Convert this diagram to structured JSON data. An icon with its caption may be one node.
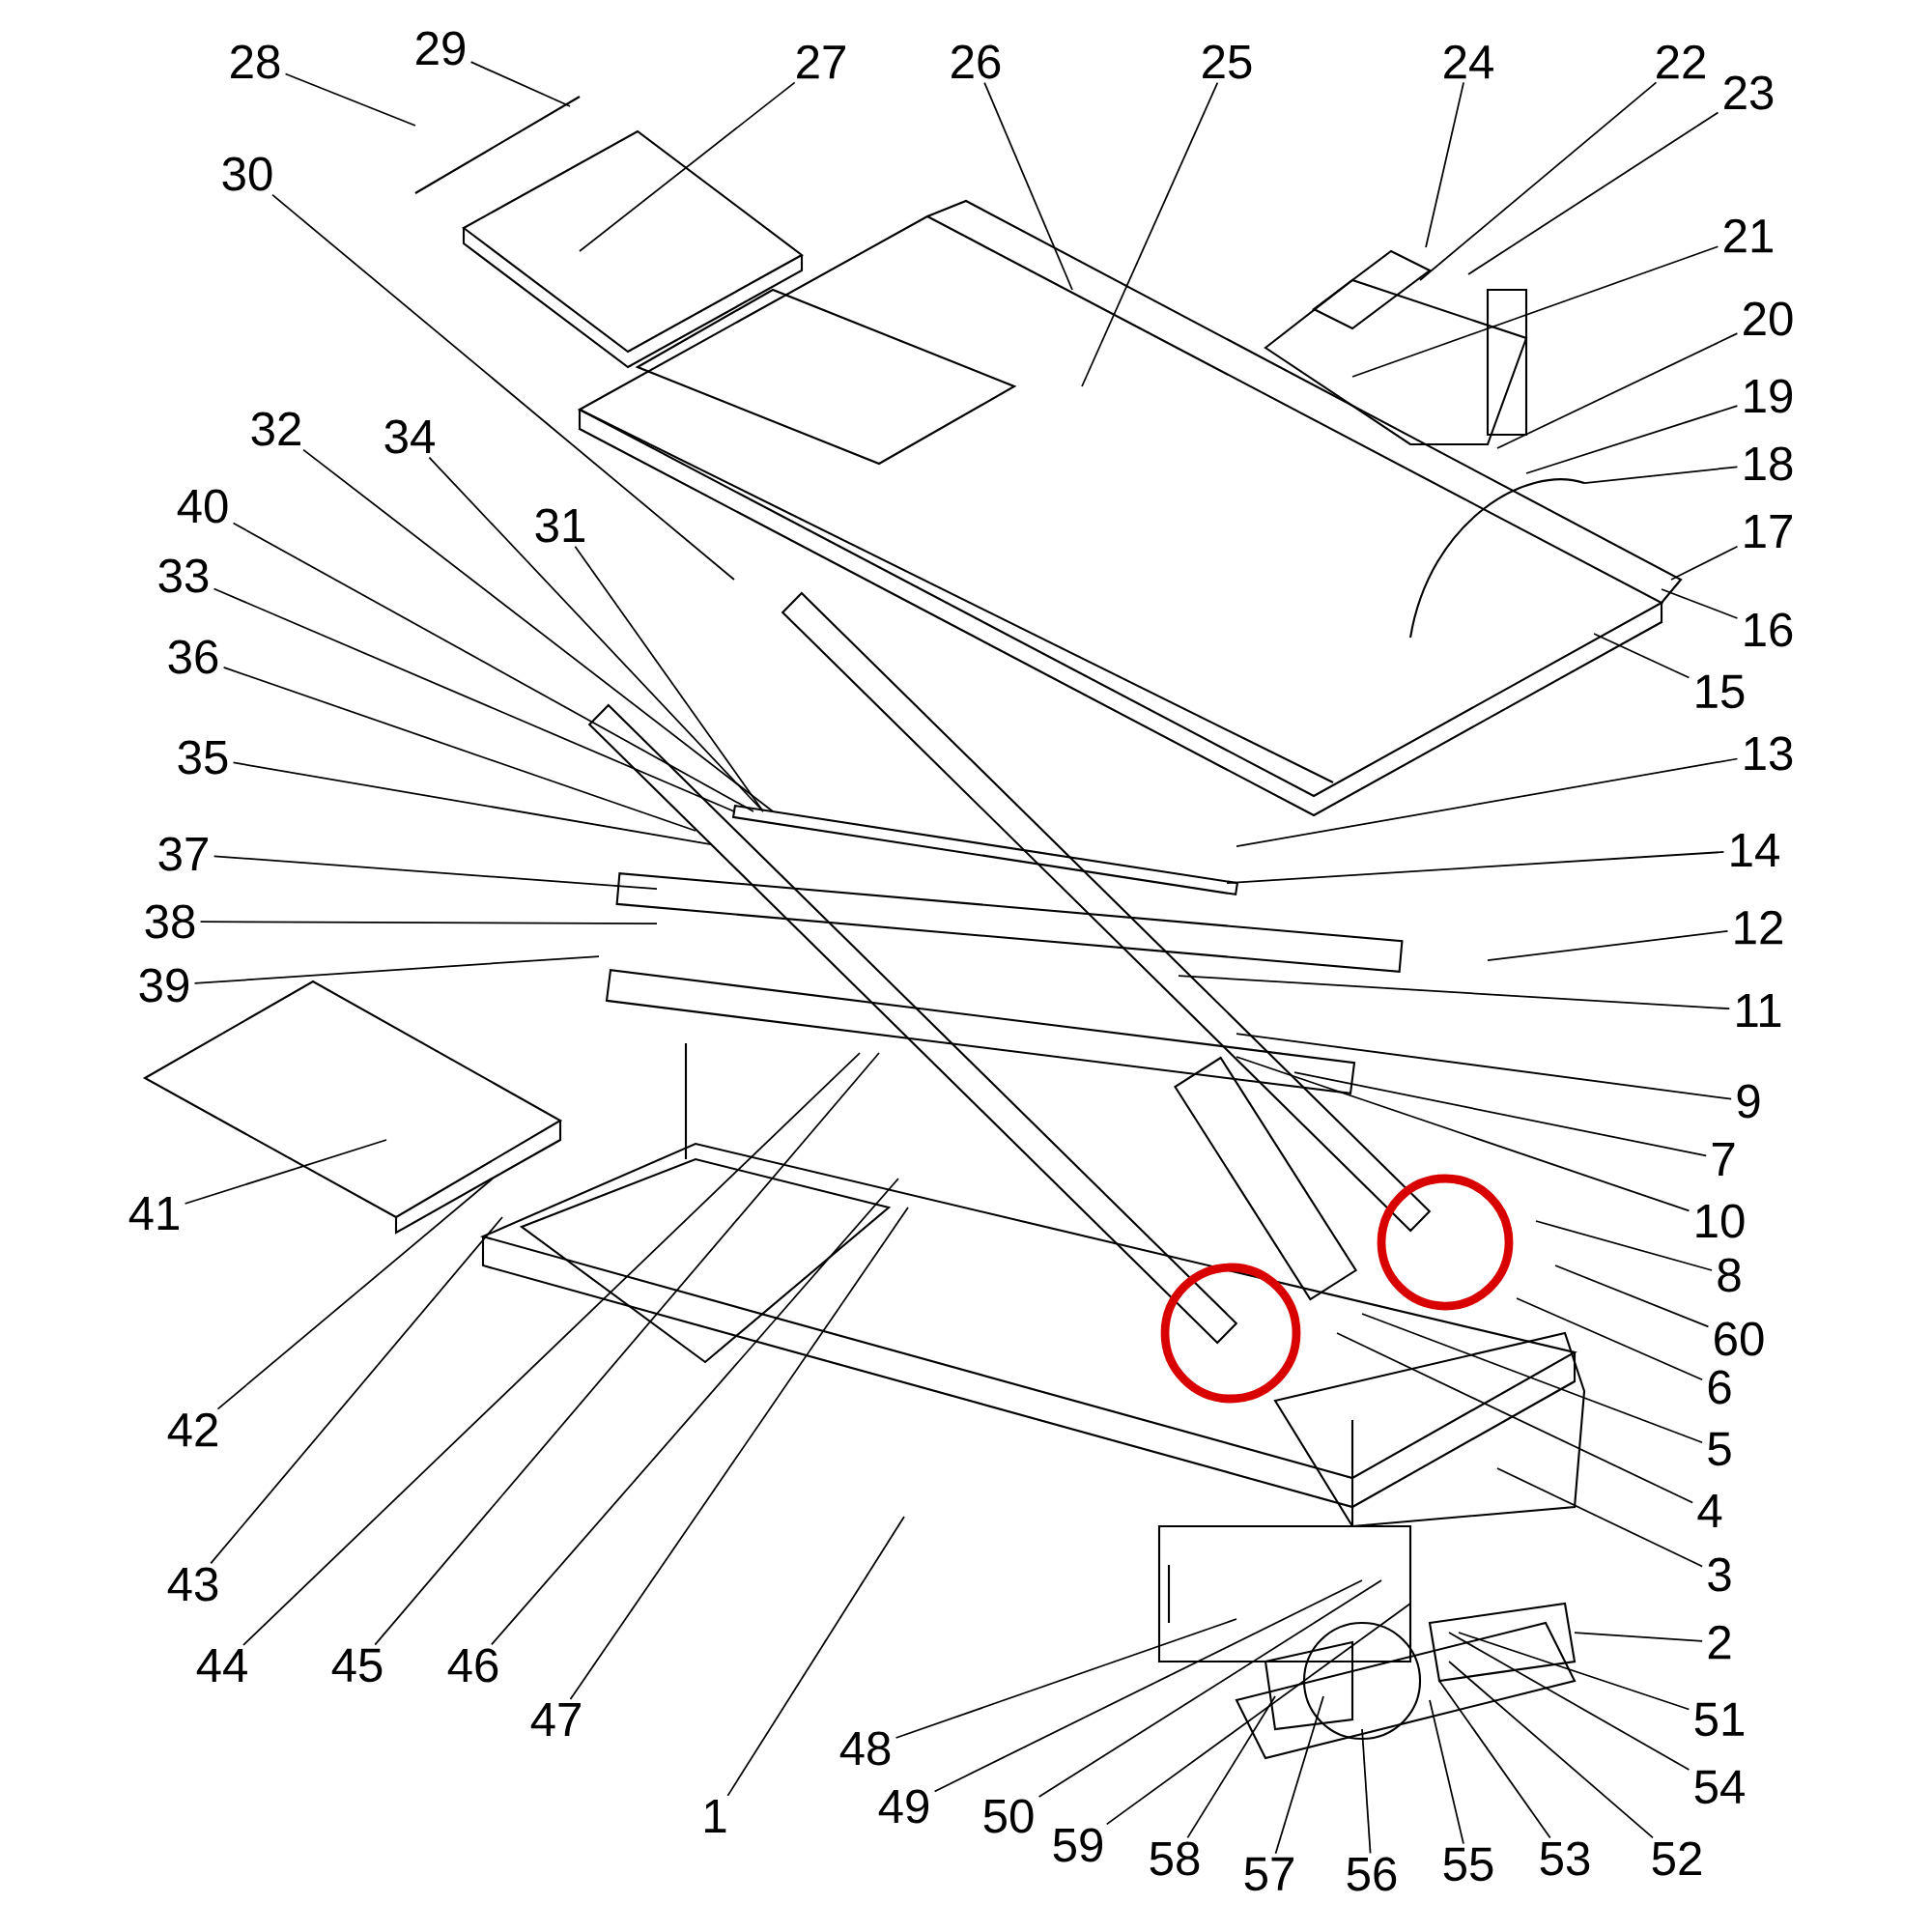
{
  "diagram": {
    "nodes": [
      {
        "text": [
          "1"
        ]
      },
      {
        "text": [
          "2"
        ]
      },
      {
        "text": [
          "3"
        ]
      },
      {
        "text": [
          "4"
        ]
      },
      {
        "text": [
          "5"
        ]
      },
      {
        "text": [
          "6"
        ]
      },
      {
        "text": [
          "7"
        ]
      },
      {
        "text": [
          "8"
        ]
      },
      {
        "text": [
          "9"
        ]
      },
      {
        "text": [
          "10"
        ]
      },
      {
        "text": [
          "11"
        ]
      },
      {
        "text": [
          "12"
        ]
      },
      {
        "text": [
          "13"
        ]
      },
      {
        "text": [
          "14"
        ]
      },
      {
        "text": [
          "15"
        ]
      },
      {
        "text": [
          "16"
        ]
      },
      {
        "text": [
          "17"
        ]
      },
      {
        "text": [
          "18"
        ]
      },
      {
        "text": [
          "19"
        ]
      },
      {
        "text": [
          "20"
        ]
      },
      {
        "text": [
          "21"
        ]
      },
      {
        "text": [
          "22"
        ]
      },
      {
        "text": [
          "23"
        ]
      },
      {
        "text": [
          "24"
        ]
      },
      {
        "text": [
          "25"
        ]
      },
      {
        "text": [
          "26"
        ]
      },
      {
        "text": [
          "27"
        ]
      },
      {
        "text": [
          "28"
        ]
      },
      {
        "text": [
          "29"
        ]
      },
      {
        "text": [
          "30"
        ]
      },
      {
        "text": [
          "31"
        ]
      },
      {
        "text": [
          "32"
        ]
      },
      {
        "text": [
          "33"
        ]
      },
      {
        "text": [
          "34"
        ]
      },
      {
        "text": [
          "35"
        ]
      },
      {
        "text": [
          "36"
        ]
      },
      {
        "text": [
          "37"
        ]
      },
      {
        "text": [
          "38"
        ]
      },
      {
        "text": [
          "39"
        ]
      },
      {
        "text": [
          "40"
        ]
      },
      {
        "text": [
          "41"
        ]
      },
      {
        "text": [
          "42"
        ]
      },
      {
        "text": [
          "43"
        ]
      },
      {
        "text": [
          "44"
        ]
      },
      {
        "text": [
          "45"
        ]
      },
      {
        "text": [
          "46"
        ]
      },
      {
        "text": [
          "47"
        ]
      },
      {
        "text": [
          "48"
        ]
      },
      {
        "text": [
          "49"
        ]
      },
      {
        "text": [
          "50"
        ]
      },
      {
        "text": [
          "51"
        ]
      },
      {
        "text": [
          "52"
        ]
      },
      {
        "text": [
          "53"
        ]
      },
      {
        "text": [
          "54"
        ]
      },
      {
        "text": [
          "55"
        ]
      },
      {
        "text": [
          "56"
        ]
      },
      {
        "text": [
          "57"
        ]
      },
      {
        "text": [
          "58"
        ]
      },
      {
        "text": [
          "59"
        ]
      },
      {
        "text": [
          "60"
        ]
      },
      {
        "text": [],
        "shape": "circle"
      },
      {
        "text": [],
        "shape": "circle"
      }
    ],
    "edges": [
      {
        "from": 0,
        "to": null,
        "arrow": "none"
      },
      {
        "from": 1,
        "to": null,
        "arrow": "none"
      },
      {
        "from": 2,
        "to": null,
        "arrow": "none"
      },
      {
        "from": 3,
        "to": null,
        "arrow": "none"
      },
      {
        "from": 4,
        "to": null,
        "arrow": "none"
      },
      {
        "from": 5,
        "to": null,
        "arrow": "none"
      },
      {
        "from": 6,
        "to": null,
        "arrow": "none"
      },
      {
        "from": 7,
        "to": null,
        "arrow": "none"
      },
      {
        "from": 8,
        "to": null,
        "arrow": "none"
      },
      {
        "from": 9,
        "to": null,
        "arrow": "none"
      },
      {
        "from": 10,
        "to": null,
        "arrow": "none"
      },
      {
        "from": 11,
        "to": null,
        "arrow": "none"
      },
      {
        "from": 12,
        "to": null,
        "arrow": "none"
      },
      {
        "from": 13,
        "to": null,
        "arrow": "none"
      },
      {
        "from": 14,
        "to": null,
        "arrow": "none"
      },
      {
        "from": 15,
        "to": null,
        "arrow": "none"
      },
      {
        "from": 16,
        "to": null,
        "arrow": "none"
      },
      {
        "from": 17,
        "to": null,
        "arrow": "none"
      },
      {
        "from": 18,
        "to": null,
        "arrow": "none"
      },
      {
        "from": 19,
        "to": null,
        "arrow": "none"
      },
      {
        "from": 20,
        "to": null,
        "arrow": "none"
      },
      {
        "from": 21,
        "to": null,
        "arrow": "none"
      },
      {
        "from": 22,
        "to": null,
        "arrow": "none"
      },
      {
        "from": 23,
        "to": null,
        "arrow": "none"
      },
      {
        "from": 24,
        "to": null,
        "arrow": "none"
      },
      {
        "from": 25,
        "to": null,
        "arrow": "none"
      },
      {
        "from": 26,
        "to": null,
        "arrow": "none"
      },
      {
        "from": 27,
        "to": null,
        "arrow": "none"
      },
      {
        "from": 28,
        "to": null,
        "arrow": "none"
      },
      {
        "from": 29,
        "to": null,
        "arrow": "none"
      },
      {
        "from": 30,
        "to": null,
        "arrow": "none"
      },
      {
        "from": 31,
        "to": null,
        "arrow": "none"
      },
      {
        "from": 32,
        "to": null,
        "arrow": "none"
      },
      {
        "from": 33,
        "to": null,
        "arrow": "none"
      },
      {
        "from": 34,
        "to": null,
        "arrow": "none"
      },
      {
        "from": 35,
        "to": null,
        "arrow": "none"
      },
      {
        "from": 36,
        "to": null,
        "arrow": "none"
      },
      {
        "from": 37,
        "to": null,
        "arrow": "none"
      },
      {
        "from": 38,
        "to": null,
        "arrow": "none"
      },
      {
        "from": 39,
        "to": null,
        "arrow": "none"
      },
      {
        "from": 40,
        "to": null,
        "arrow": "none"
      },
      {
        "from": 41,
        "to": null,
        "arrow": "none"
      },
      {
        "from": 42,
        "to": null,
        "arrow": "none"
      },
      {
        "from": 43,
        "to": null,
        "arrow": "none"
      },
      {
        "from": 44,
        "to": null,
        "arrow": "none"
      },
      {
        "from": 45,
        "to": null,
        "arrow": "none"
      },
      {
        "from": 46,
        "to": null,
        "arrow": "none"
      },
      {
        "from": 47,
        "to": null,
        "arrow": "none"
      },
      {
        "from": 48,
        "to": null,
        "arrow": "none"
      },
      {
        "from": 49,
        "to": null,
        "arrow": "none"
      },
      {
        "from": 50,
        "to": null,
        "arrow": "none"
      },
      {
        "from": 51,
        "to": null,
        "arrow": "none"
      },
      {
        "from": 52,
        "to": null,
        "arrow": "none"
      },
      {
        "from": 53,
        "to": null,
        "arrow": "none"
      },
      {
        "from": 54,
        "to": null,
        "arrow": "none"
      },
      {
        "from": 55,
        "to": null,
        "arrow": "none"
      },
      {
        "from": 56,
        "to": null,
        "arrow": "none"
      },
      {
        "from": 57,
        "to": null,
        "arrow": "none"
      },
      {
        "from": 58,
        "to": null,
        "arrow": "none"
      },
      {
        "from": 59,
        "to": null,
        "arrow": "none"
      }
    ]
  }
}
